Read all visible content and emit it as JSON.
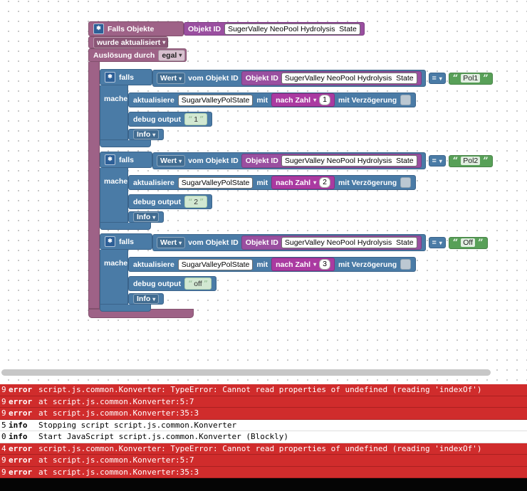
{
  "icons": {
    "mutator": "✱",
    "dropdown_arrow": "▾",
    "quote_open": "“",
    "quote_close": "”"
  },
  "workspace": {
    "trigger": {
      "title": "Falls Objekte",
      "object_label": "Objekt ID",
      "object_value": "SugerValley NeoPool Hydrolysis  State",
      "updated_mode": "wurde aktualisiert",
      "trigger_by_label": "Auslösung durch",
      "trigger_by_value": "egal"
    },
    "labels": {
      "if": "falls",
      "do": "mache",
      "value_dd": "Wert",
      "from_object": "vom Objekt ID",
      "object": "Objekt ID",
      "eq": "=",
      "update": "aktualisiere",
      "with": "mit",
      "to_number": "nach Zahl",
      "with_delay": "mit Verzögerung",
      "debug": "debug output",
      "log_level": "Info"
    },
    "branches": [
      {
        "object_value": "SugerValley NeoPool Hydrolysis  State",
        "compare_value": "Pol1",
        "state_field": "SugarValleyPolState",
        "number_value": "1",
        "debug_value": "1"
      },
      {
        "object_value": "SugerValley NeoPool Hydrolysis  State",
        "compare_value": "Pol2",
        "state_field": "SugarValleyPolState",
        "number_value": "2",
        "debug_value": "2"
      },
      {
        "object_value": "SugerValley NeoPool Hydrolysis  State",
        "compare_value": "Off",
        "state_field": "SugarValleyPolState",
        "number_value": "3",
        "debug_value": "off"
      }
    ]
  },
  "log": {
    "rows": [
      {
        "time": "9",
        "severity": "error",
        "message": "script.js.common.Konverter: TypeError: Cannot read properties of undefined (reading 'indexOf')"
      },
      {
        "time": "9",
        "severity": "error",
        "message": "at script.js.common.Konverter:5:7"
      },
      {
        "time": "9",
        "severity": "error",
        "message": "at script.js.common.Konverter:35:3"
      },
      {
        "time": "5",
        "severity": "info",
        "message": "Stopping script script.js.common.Konverter"
      },
      {
        "time": "0",
        "severity": "info",
        "message": "Start JavaScript script.js.common.Konverter (Blockly)"
      },
      {
        "time": "4",
        "severity": "error",
        "message": "script.js.common.Konverter: TypeError: Cannot read properties of undefined (reading 'indexOf')"
      },
      {
        "time": "9",
        "severity": "error",
        "message": "at script.js.common.Konverter:5:7"
      },
      {
        "time": "9",
        "severity": "error",
        "message": "at script.js.common.Konverter:35:3"
      }
    ]
  },
  "colors": {
    "trigger_block": "#9e6287",
    "logic_block": "#4a7ba6",
    "object_block": "#9a4fa0",
    "convert_block": "#aa3aa1",
    "string_block": "#58a058",
    "error_row": "#d02c2c"
  }
}
